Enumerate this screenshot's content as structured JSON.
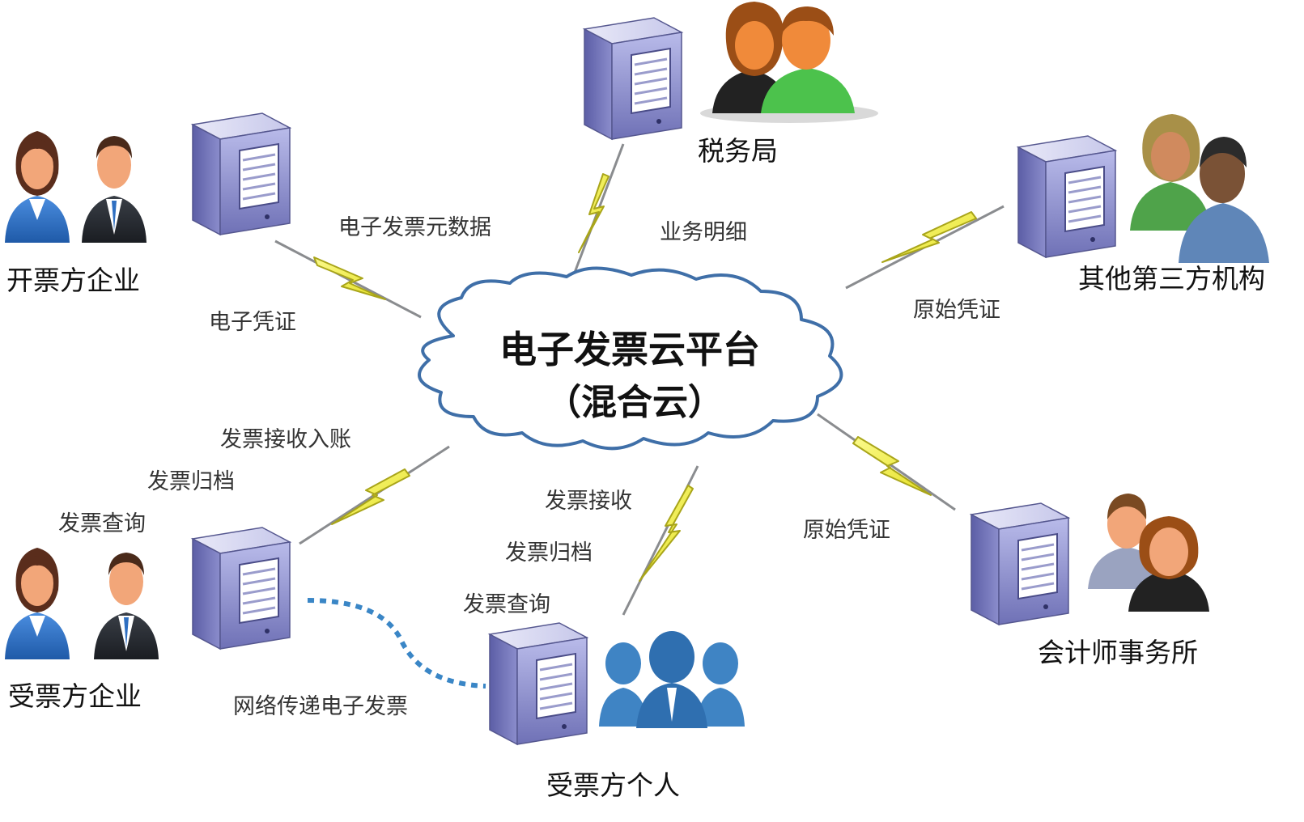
{
  "cloud": {
    "title": "电子发票云平台",
    "subtitle": "（混合云）"
  },
  "entities": {
    "issuer_enterprise": "开票方企业",
    "tax_bureau": "税务局",
    "third_party": "其他第三方机构",
    "receiver_enterprise": "受票方企业",
    "receiver_individual": "受票方个人",
    "accounting_firm": "会计师事务所"
  },
  "flows": {
    "issuer": [
      "电子发票元数据",
      "电子凭证"
    ],
    "tax": [
      "业务明细"
    ],
    "third_party": [
      "原始凭证"
    ],
    "accounting": [
      "原始凭证"
    ],
    "receiver_enterprise": [
      "发票接收入账",
      "发票归档",
      "发票查询"
    ],
    "receiver_individual": [
      "发票接收",
      "发票归档",
      "发票查询"
    ],
    "network": "网络传递电子发票"
  },
  "colors": {
    "lightning": "#f2ef2a",
    "lightning_edge": "#a9a51a",
    "cloud_outline": "#3f6fa8",
    "server_face": "#8e8fcf",
    "server_side": "#6d6fb3",
    "dotted_link": "#3a86c6",
    "business_suit": "#2f6fc1",
    "skin": "#f2a679",
    "silhouette_blue": "#3f84c4"
  },
  "icons": [
    "server-icon",
    "business-people-icon",
    "people-icon",
    "lightning-icon",
    "cloud-icon"
  ]
}
